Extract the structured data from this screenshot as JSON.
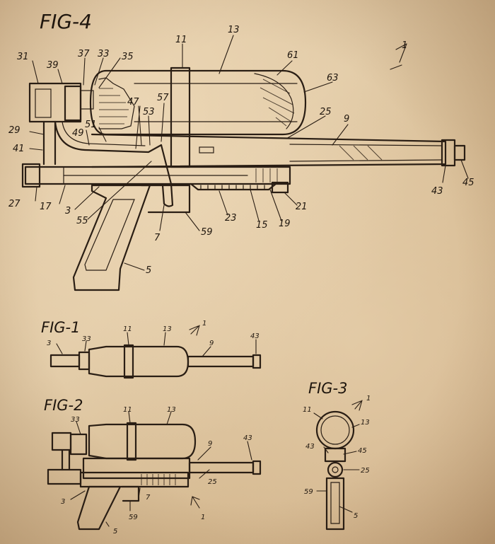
{
  "figures": {
    "fig4": {
      "title": "FIG-4",
      "refs": {
        "r1": "1",
        "r3": "3",
        "r5": "5",
        "r7": "7",
        "r9": "9",
        "r11": "11",
        "r13": "13",
        "r15": "15",
        "r17": "17",
        "r19": "19",
        "r21": "21",
        "r23": "23",
        "r25": "25",
        "r27": "27",
        "r29": "29",
        "r31": "31",
        "r33": "33",
        "r35": "35",
        "r37": "37",
        "r39": "39",
        "r41": "41",
        "r43": "43",
        "r45": "45",
        "r47": "47",
        "r49": "49",
        "r51": "51",
        "r53": "53",
        "r55": "55",
        "r57": "57",
        "r59": "59",
        "r61": "61",
        "r63": "63"
      }
    },
    "fig1": {
      "title": "FIG-1",
      "refs": {
        "r1": "1",
        "r3": "3",
        "r9": "9",
        "r11": "11",
        "r13": "13",
        "r33": "33",
        "r43": "43"
      }
    },
    "fig2": {
      "title": "FIG-2",
      "refs": {
        "r1": "1",
        "r3": "3",
        "r5": "5",
        "r7": "7",
        "r9": "9",
        "r11": "11",
        "r13": "13",
        "r25": "25",
        "r33": "33",
        "r43": "43",
        "r59": "59"
      }
    },
    "fig3": {
      "title": "FIG-3",
      "refs": {
        "r1": "1",
        "r5": "5",
        "r11": "11",
        "r13": "13",
        "r25": "25",
        "r43": "43",
        "r45": "45",
        "r59": "59"
      }
    }
  },
  "colors": {
    "paper": "#dcc29c",
    "ink": "#2a1e14"
  }
}
